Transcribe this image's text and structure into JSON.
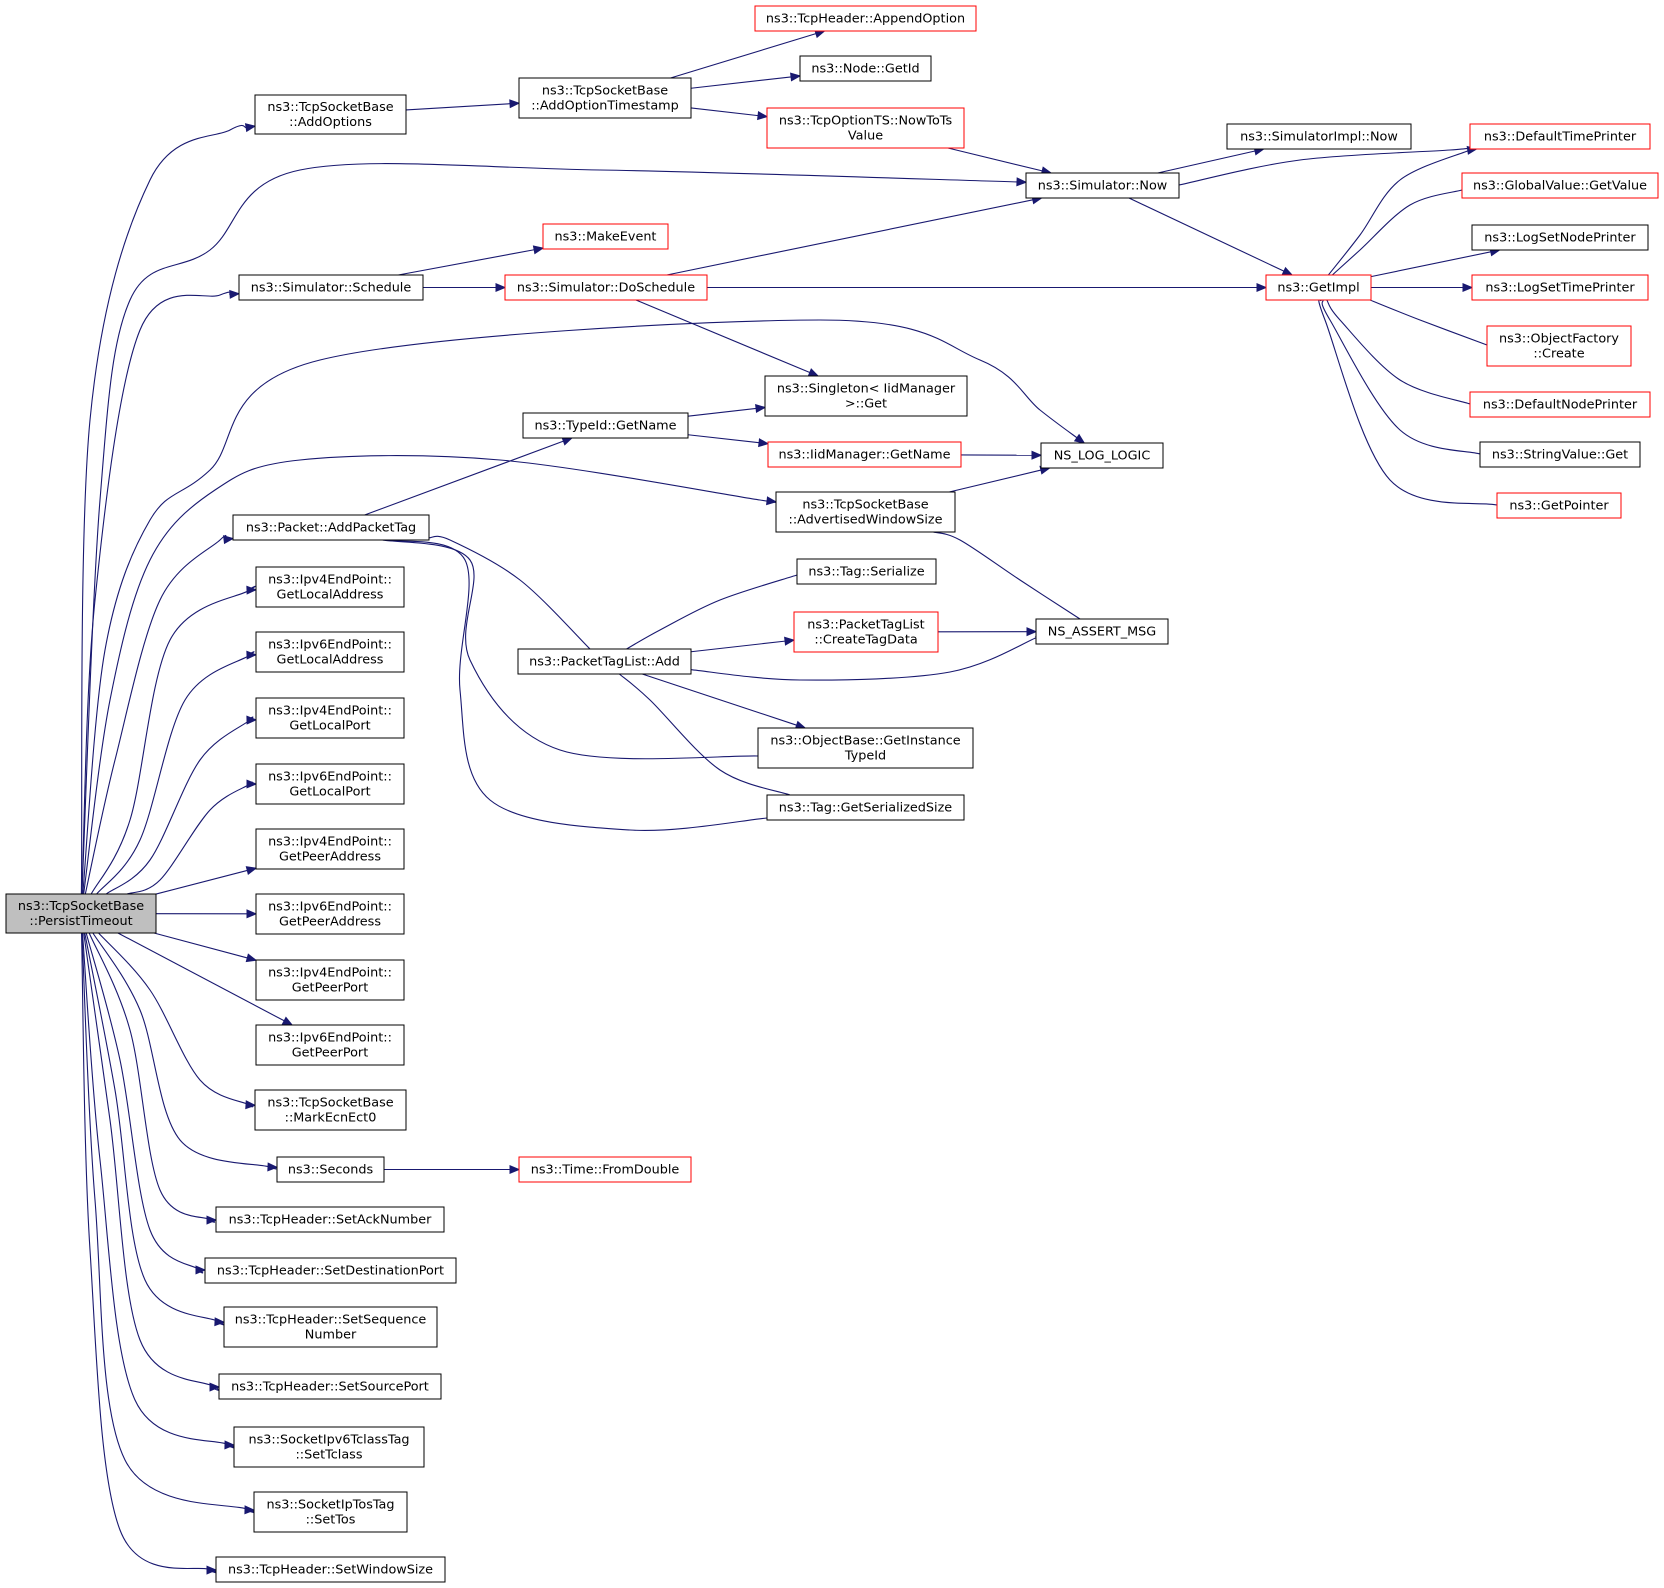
{
  "diagram": {
    "nodes": [
      {
        "id": "root",
        "lines": [
          "ns3::TcpSocketBase",
          "::PersistTimeout"
        ],
        "style": "root"
      },
      {
        "id": "AddOptions",
        "lines": [
          "ns3::TcpSocketBase",
          "::AddOptions"
        ],
        "style": "black"
      },
      {
        "id": "AddOptionTimestamp",
        "lines": [
          "ns3::TcpSocketBase",
          "::AddOptionTimestamp"
        ],
        "style": "black"
      },
      {
        "id": "AppendOption",
        "lines": [
          "ns3::TcpHeader::AppendOption"
        ],
        "style": "red"
      },
      {
        "id": "NodeGetId",
        "lines": [
          "ns3::Node::GetId"
        ],
        "style": "black"
      },
      {
        "id": "NowToTsValue",
        "lines": [
          "ns3::TcpOptionTS::NowToTs",
          "Value"
        ],
        "style": "red"
      },
      {
        "id": "SimImplNow",
        "lines": [
          "ns3::SimulatorImpl::Now"
        ],
        "style": "black"
      },
      {
        "id": "SimNow",
        "lines": [
          "ns3::Simulator::Now"
        ],
        "style": "black"
      },
      {
        "id": "DefaultTimePrinter",
        "lines": [
          "ns3::DefaultTimePrinter"
        ],
        "style": "red"
      },
      {
        "id": "GlobalValueGetValue",
        "lines": [
          "ns3::GlobalValue::GetValue"
        ],
        "style": "red"
      },
      {
        "id": "LogSetNodePrinter",
        "lines": [
          "ns3::LogSetNodePrinter"
        ],
        "style": "black"
      },
      {
        "id": "LogSetTimePrinter",
        "lines": [
          "ns3::LogSetTimePrinter"
        ],
        "style": "red"
      },
      {
        "id": "ObjectFactoryCreate",
        "lines": [
          "ns3::ObjectFactory",
          "::Create"
        ],
        "style": "red"
      },
      {
        "id": "DefaultNodePrinter",
        "lines": [
          "ns3::DefaultNodePrinter"
        ],
        "style": "red"
      },
      {
        "id": "StringValueGet",
        "lines": [
          "ns3::StringValue::Get"
        ],
        "style": "black"
      },
      {
        "id": "GetPointer",
        "lines": [
          "ns3::GetPointer"
        ],
        "style": "red"
      },
      {
        "id": "GetImpl",
        "lines": [
          "ns3::GetImpl"
        ],
        "style": "red"
      },
      {
        "id": "MakeEvent",
        "lines": [
          "ns3::MakeEvent"
        ],
        "style": "red"
      },
      {
        "id": "SimSchedule",
        "lines": [
          "ns3::Simulator::Schedule"
        ],
        "style": "black"
      },
      {
        "id": "SimDoSchedule",
        "lines": [
          "ns3::Simulator::DoSchedule"
        ],
        "style": "red"
      },
      {
        "id": "SingletonGet",
        "lines": [
          "ns3::Singleton< IidManager",
          ">::Get"
        ],
        "style": "black"
      },
      {
        "id": "TypeIdGetName",
        "lines": [
          "ns3::TypeId::GetName"
        ],
        "style": "black"
      },
      {
        "id": "IidManagerGetName",
        "lines": [
          "ns3::IidManager::GetName"
        ],
        "style": "red"
      },
      {
        "id": "NSLogLogic",
        "lines": [
          "NS_LOG_LOGIC"
        ],
        "style": "black"
      },
      {
        "id": "AdvertisedWindowSize",
        "lines": [
          "ns3::TcpSocketBase",
          "::AdvertisedWindowSize"
        ],
        "style": "black"
      },
      {
        "id": "AddPacketTag",
        "lines": [
          "ns3::Packet::AddPacketTag"
        ],
        "style": "black"
      },
      {
        "id": "TagSerialize",
        "lines": [
          "ns3::Tag::Serialize"
        ],
        "style": "black"
      },
      {
        "id": "CreateTagData",
        "lines": [
          "ns3::PacketTagList",
          "::CreateTagData"
        ],
        "style": "red"
      },
      {
        "id": "NSAssertMsg",
        "lines": [
          "NS_ASSERT_MSG"
        ],
        "style": "black"
      },
      {
        "id": "PacketTagListAdd",
        "lines": [
          "ns3::PacketTagList::Add"
        ],
        "style": "black"
      },
      {
        "id": "GetInstanceTypeId",
        "lines": [
          "ns3::ObjectBase::GetInstance",
          "TypeId"
        ],
        "style": "black"
      },
      {
        "id": "TagGetSerializedSize",
        "lines": [
          "ns3::Tag::GetSerializedSize"
        ],
        "style": "black"
      },
      {
        "id": "Ipv4GetLocalAddress",
        "lines": [
          "ns3::Ipv4EndPoint::",
          "GetLocalAddress"
        ],
        "style": "black"
      },
      {
        "id": "Ipv6GetLocalAddress",
        "lines": [
          "ns3::Ipv6EndPoint::",
          "GetLocalAddress"
        ],
        "style": "black"
      },
      {
        "id": "Ipv4GetLocalPort",
        "lines": [
          "ns3::Ipv4EndPoint::",
          "GetLocalPort"
        ],
        "style": "black"
      },
      {
        "id": "Ipv6GetLocalPort",
        "lines": [
          "ns3::Ipv6EndPoint::",
          "GetLocalPort"
        ],
        "style": "black"
      },
      {
        "id": "Ipv4GetPeerAddress",
        "lines": [
          "ns3::Ipv4EndPoint::",
          "GetPeerAddress"
        ],
        "style": "black"
      },
      {
        "id": "Ipv6GetPeerAddress",
        "lines": [
          "ns3::Ipv6EndPoint::",
          "GetPeerAddress"
        ],
        "style": "black"
      },
      {
        "id": "Ipv4GetPeerPort",
        "lines": [
          "ns3::Ipv4EndPoint::",
          "GetPeerPort"
        ],
        "style": "black"
      },
      {
        "id": "Ipv6GetPeerPort",
        "lines": [
          "ns3::Ipv6EndPoint::",
          "GetPeerPort"
        ],
        "style": "black"
      },
      {
        "id": "MarkEcnEct0",
        "lines": [
          "ns3::TcpSocketBase",
          "::MarkEcnEct0"
        ],
        "style": "black"
      },
      {
        "id": "Seconds",
        "lines": [
          "ns3::Seconds"
        ],
        "style": "black"
      },
      {
        "id": "TimeFromDouble",
        "lines": [
          "ns3::Time::FromDouble"
        ],
        "style": "red"
      },
      {
        "id": "SetAckNumber",
        "lines": [
          "ns3::TcpHeader::SetAckNumber"
        ],
        "style": "black"
      },
      {
        "id": "SetDestinationPort",
        "lines": [
          "ns3::TcpHeader::SetDestinationPort"
        ],
        "style": "black"
      },
      {
        "id": "SetSequenceNumber",
        "lines": [
          "ns3::TcpHeader::SetSequence",
          "Number"
        ],
        "style": "black"
      },
      {
        "id": "SetSourcePort",
        "lines": [
          "ns3::TcpHeader::SetSourcePort"
        ],
        "style": "black"
      },
      {
        "id": "SetTclass",
        "lines": [
          "ns3::SocketIpv6TclassTag",
          "::SetTclass"
        ],
        "style": "black"
      },
      {
        "id": "SetTos",
        "lines": [
          "ns3::SocketIpTosTag",
          "::SetTos"
        ],
        "style": "black"
      },
      {
        "id": "SetWindowSize",
        "lines": [
          "ns3::TcpHeader::SetWindowSize"
        ],
        "style": "black"
      }
    ],
    "edges": [
      [
        "root",
        "AddOptions"
      ],
      [
        "root",
        "SimNow"
      ],
      [
        "root",
        "SimSchedule"
      ],
      [
        "root",
        "NSLogLogic"
      ],
      [
        "root",
        "AdvertisedWindowSize"
      ],
      [
        "root",
        "AddPacketTag"
      ],
      [
        "root",
        "Ipv4GetLocalAddress"
      ],
      [
        "root",
        "Ipv6GetLocalAddress"
      ],
      [
        "root",
        "Ipv4GetLocalPort"
      ],
      [
        "root",
        "Ipv6GetLocalPort"
      ],
      [
        "root",
        "Ipv4GetPeerAddress"
      ],
      [
        "root",
        "Ipv6GetPeerAddress"
      ],
      [
        "root",
        "Ipv4GetPeerPort"
      ],
      [
        "root",
        "Ipv6GetPeerPort"
      ],
      [
        "root",
        "MarkEcnEct0"
      ],
      [
        "root",
        "Seconds"
      ],
      [
        "root",
        "SetAckNumber"
      ],
      [
        "root",
        "SetDestinationPort"
      ],
      [
        "root",
        "SetSequenceNumber"
      ],
      [
        "root",
        "SetSourcePort"
      ],
      [
        "root",
        "SetTclass"
      ],
      [
        "root",
        "SetTos"
      ],
      [
        "root",
        "SetWindowSize"
      ],
      [
        "AddOptions",
        "AddOptionTimestamp"
      ],
      [
        "AddOptionTimestamp",
        "AppendOption"
      ],
      [
        "AddOptionTimestamp",
        "NodeGetId"
      ],
      [
        "AddOptionTimestamp",
        "NowToTsValue"
      ],
      [
        "NowToTsValue",
        "SimNow"
      ],
      [
        "SimNow",
        "SimImplNow"
      ],
      [
        "SimNow",
        "GetImpl"
      ],
      [
        "DefaultTimePrinter",
        "SimNow"
      ],
      [
        "GetImpl",
        "DefaultTimePrinter"
      ],
      [
        "GetImpl",
        "GlobalValueGetValue"
      ],
      [
        "GetImpl",
        "LogSetNodePrinter"
      ],
      [
        "GetImpl",
        "LogSetTimePrinter"
      ],
      [
        "GetImpl",
        "ObjectFactoryCreate"
      ],
      [
        "GetImpl",
        "DefaultNodePrinter"
      ],
      [
        "GetImpl",
        "StringValueGet"
      ],
      [
        "GetImpl",
        "GetPointer"
      ],
      [
        "SimSchedule",
        "MakeEvent"
      ],
      [
        "SimSchedule",
        "SimDoSchedule"
      ],
      [
        "SimDoSchedule",
        "SimNow"
      ],
      [
        "SimDoSchedule",
        "GetImpl"
      ],
      [
        "SimDoSchedule",
        "SingletonGet"
      ],
      [
        "TypeIdGetName",
        "SingletonGet"
      ],
      [
        "TypeIdGetName",
        "IidManagerGetName"
      ],
      [
        "IidManagerGetName",
        "NSLogLogic"
      ],
      [
        "AdvertisedWindowSize",
        "NSLogLogic"
      ],
      [
        "AdvertisedWindowSize",
        "NSAssertMsg"
      ],
      [
        "AddPacketTag",
        "TypeIdGetName"
      ],
      [
        "AddPacketTag",
        "PacketTagListAdd"
      ],
      [
        "AddPacketTag",
        "GetInstanceTypeId"
      ],
      [
        "AddPacketTag",
        "TagGetSerializedSize"
      ],
      [
        "PacketTagListAdd",
        "TagSerialize"
      ],
      [
        "PacketTagListAdd",
        "CreateTagData"
      ],
      [
        "PacketTagListAdd",
        "NSAssertMsg"
      ],
      [
        "PacketTagListAdd",
        "GetInstanceTypeId"
      ],
      [
        "PacketTagListAdd",
        "TagGetSerializedSize"
      ],
      [
        "CreateTagData",
        "NSAssertMsg"
      ],
      [
        "Seconds",
        "TimeFromDouble"
      ]
    ]
  }
}
